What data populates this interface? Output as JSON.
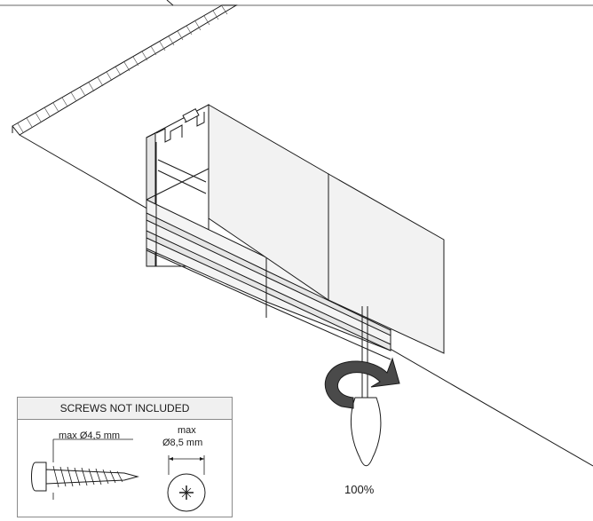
{
  "caption": {
    "screws_note": "SCREWS  NOT INCLUDED",
    "screw_max_diameter": "max Ø4,5 mm",
    "head_max_label": "max",
    "head_max_diameter": "Ø8,5 mm",
    "tightening_percent": "100%"
  },
  "colors": {
    "line": "#1a1a1a",
    "panel_fill": "#f2f2f2",
    "profile_fill": "#e6e6e6",
    "arrow_fill": "#4a4a4a",
    "box_border": "#8a8a8a"
  },
  "icons": [
    "screwdriver-icon",
    "rotation-arrow-icon",
    "screw-icon",
    "screw-head-icon"
  ]
}
